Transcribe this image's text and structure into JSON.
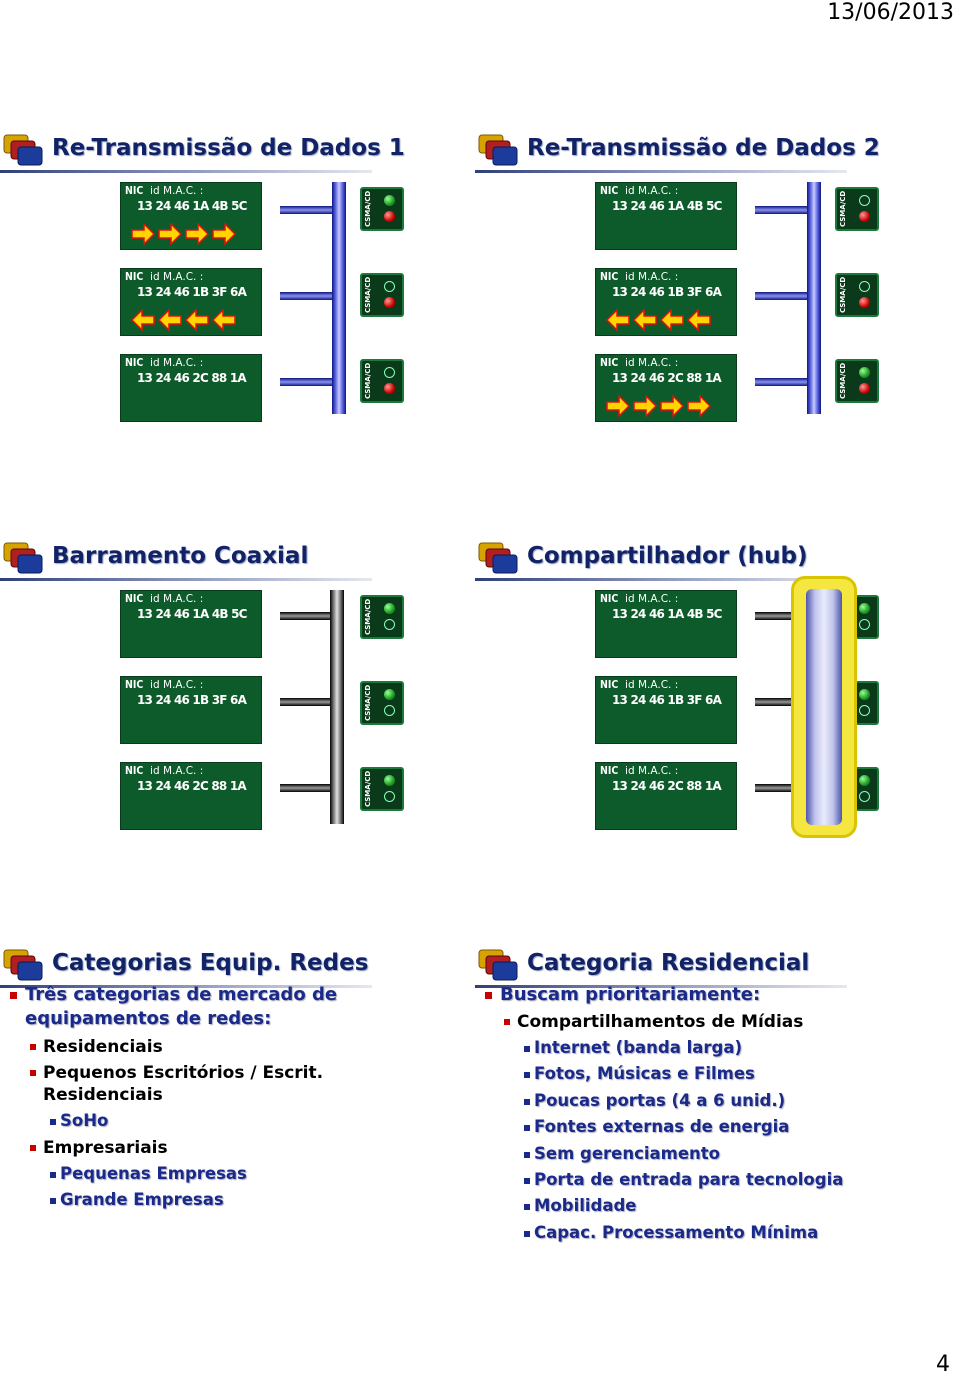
{
  "header": {
    "date": "13/06/2013"
  },
  "footer": {
    "page_number": "4"
  },
  "nic_text": {
    "nic": "NIC",
    "id_label": "id M.A.C. :",
    "port_label": "CSMA/CD"
  },
  "macs": [
    "13 24 46 1A 4B 5C",
    "13 24 46 1B 3F 6A",
    "13 24 46 2C 88 1A"
  ],
  "slides": {
    "s1": {
      "title": "Re-Transmissão de Dados 1"
    },
    "s2": {
      "title": "Re-Transmissão de Dados 2"
    },
    "s3": {
      "title": "Barramento Coaxial"
    },
    "s4": {
      "title": "Compartilhador (hub)"
    },
    "s5": {
      "title": "Categorias Equip. Redes",
      "bullets": [
        "Três categorias de mercado de",
        "equipamentos de redes:",
        "Residenciais",
        "Pequenos Escritórios / Escrit.",
        "Residenciais",
        "SoHo",
        "Empresariais",
        "Pequenas Empresas",
        "Grande Empresas"
      ]
    },
    "s6": {
      "title": "Categoria Residencial",
      "bullets": [
        "Buscam prioritariamente:",
        "Compartilhamentos de Mídias",
        "Internet (banda larga)",
        "Fotos, Músicas e Filmes",
        "Poucas portas (4 a 6 unid.)",
        "Fontes externas de energia",
        "Sem gerenciamento",
        "Porta de entrada para tecnologia",
        "Mobilidade",
        "Capac. Processamento Mínima"
      ]
    }
  },
  "colors": {
    "title": "#112266",
    "nic_board": "#0d5a2a",
    "bus_blue": "#0b1680",
    "bus_black": "#000000",
    "hub_frame": "#f5e640",
    "bullet_red": "#c80000",
    "arrow_fill": "#ffd400",
    "arrow_border": "#e01010"
  }
}
